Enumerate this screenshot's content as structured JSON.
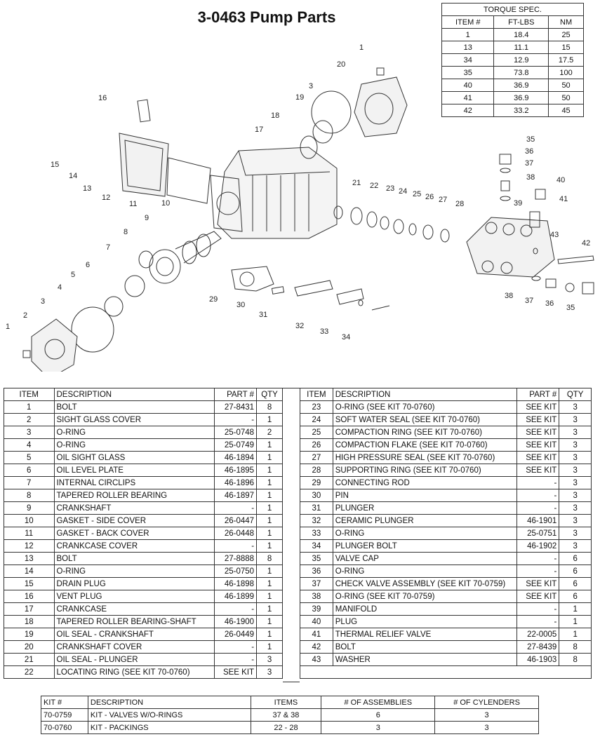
{
  "title": "3-0463 Pump Parts",
  "torque": {
    "heading": "TORQUE SPEC.",
    "columns": [
      "ITEM #",
      "FT-LBS",
      "NM"
    ],
    "rows": [
      [
        "1",
        "18.4",
        "25"
      ],
      [
        "13",
        "11.1",
        "15"
      ],
      [
        "34",
        "12.9",
        "17.5"
      ],
      [
        "35",
        "73.8",
        "100"
      ],
      [
        "40",
        "36.9",
        "50"
      ],
      [
        "41",
        "36.9",
        "50"
      ],
      [
        "42",
        "33.2",
        "45"
      ]
    ]
  },
  "parts": {
    "columns": [
      "ITEM",
      "DESCRIPTION",
      "PART #",
      "QTY"
    ],
    "left": [
      [
        "1",
        "BOLT",
        "27-8431",
        "8"
      ],
      [
        "2",
        "SIGHT GLASS COVER",
        "-",
        "1"
      ],
      [
        "3",
        "O-RING",
        "25-0748",
        "2"
      ],
      [
        "4",
        "O-RING",
        "25-0749",
        "1"
      ],
      [
        "5",
        "OIL SIGHT GLASS",
        "46-1894",
        "1"
      ],
      [
        "6",
        "OIL LEVEL PLATE",
        "46-1895",
        "1"
      ],
      [
        "7",
        "INTERNAL CIRCLIPS",
        "46-1896",
        "1"
      ],
      [
        "8",
        "TAPERED ROLLER BEARING",
        "46-1897",
        "1"
      ],
      [
        "9",
        "CRANKSHAFT",
        "-",
        "1"
      ],
      [
        "10",
        "GASKET - SIDE COVER",
        "26-0447",
        "1"
      ],
      [
        "11",
        "GASKET - BACK COVER",
        "26-0448",
        "1"
      ],
      [
        "12",
        "CRANKCASE COVER",
        "-",
        "1"
      ],
      [
        "13",
        "BOLT",
        "27-8888",
        "8"
      ],
      [
        "14",
        "O-RING",
        "25-0750",
        "1"
      ],
      [
        "15",
        "DRAIN PLUG",
        "46-1898",
        "1"
      ],
      [
        "16",
        "VENT PLUG",
        "46-1899",
        "1"
      ],
      [
        "17",
        "CRANKCASE",
        "-",
        "1"
      ],
      [
        "18",
        "TAPERED ROLLER BEARING-SHAFT",
        "46-1900",
        "1"
      ],
      [
        "19",
        "OIL SEAL - CRANKSHAFT",
        "26-0449",
        "1"
      ],
      [
        "20",
        "CRANKSHAFT COVER",
        "-",
        "1"
      ],
      [
        "21",
        "OIL SEAL - PLUNGER",
        "-",
        "3"
      ],
      [
        "22",
        "LOCATING RING (SEE KIT 70-0760)",
        "SEE KIT",
        "3"
      ]
    ],
    "right": [
      [
        "23",
        "O-RING (SEE KIT 70-0760)",
        "SEE KIT",
        "3"
      ],
      [
        "24",
        "SOFT WATER SEAL (SEE KIT 70-0760)",
        "SEE KIT",
        "3"
      ],
      [
        "25",
        "COMPACTION RING (SEE KIT 70-0760)",
        "SEE KIT",
        "3"
      ],
      [
        "26",
        "COMPACTION FLAKE (SEE KIT 70-0760)",
        "SEE KIT",
        "3"
      ],
      [
        "27",
        "HIGH PRESSURE SEAL (SEE KIT 70-0760)",
        "SEE KIT",
        "3"
      ],
      [
        "28",
        "SUPPORTING RING (SEE KIT 70-0760)",
        "SEE KIT",
        "3"
      ],
      [
        "29",
        "CONNECTING ROD",
        "-",
        "3"
      ],
      [
        "30",
        "PIN",
        "-",
        "3"
      ],
      [
        "31",
        "PLUNGER",
        "-",
        "3"
      ],
      [
        "32",
        "CERAMIC PLUNGER",
        "46-1901",
        "3"
      ],
      [
        "33",
        "O-RING",
        "25-0751",
        "3"
      ],
      [
        "34",
        "PLUNGER BOLT",
        "46-1902",
        "3"
      ],
      [
        "35",
        "VALVE CAP",
        "-",
        "6"
      ],
      [
        "36",
        "O-RING",
        "-",
        "6"
      ],
      [
        "37",
        "CHECK VALVE ASSEMBLY (SEE KIT 70-0759)",
        "SEE KIT",
        "6"
      ],
      [
        "38",
        "O-RING (SEE KIT 70-0759)",
        "SEE KIT",
        "6"
      ],
      [
        "39",
        "MANIFOLD",
        "-",
        "1"
      ],
      [
        "40",
        "PLUG",
        "-",
        "1"
      ],
      [
        "41",
        "THERMAL RELIEF VALVE",
        "22-0005",
        "1"
      ],
      [
        "42",
        "BOLT",
        "27-8439",
        "8"
      ],
      [
        "43",
        "WASHER",
        "46-1903",
        "8"
      ]
    ]
  },
  "kits": {
    "columns": [
      "KIT #",
      "DESCRIPTION",
      "ITEMS",
      "# OF ASSEMBLIES",
      "# OF CYLENDERS"
    ],
    "rows": [
      [
        "70-0759",
        "KIT - VALVES W/O-RINGS",
        "37 & 38",
        "6",
        "3"
      ],
      [
        "70-0760",
        "KIT - PACKINGS",
        "22 - 28",
        "3",
        "3"
      ]
    ]
  },
  "diagram_callouts": [
    "1",
    "20",
    "3",
    "19",
    "18",
    "17",
    "16",
    "15",
    "14",
    "13",
    "12",
    "11",
    "10",
    "9",
    "8",
    "7",
    "6",
    "5",
    "4",
    "3",
    "2",
    "1",
    "21",
    "22",
    "23",
    "24",
    "25",
    "26",
    "27",
    "28",
    "29",
    "30",
    "31",
    "32",
    "33",
    "34",
    "35",
    "36",
    "37",
    "38",
    "40",
    "41",
    "39",
    "43",
    "42",
    "38",
    "37",
    "36",
    "35"
  ]
}
